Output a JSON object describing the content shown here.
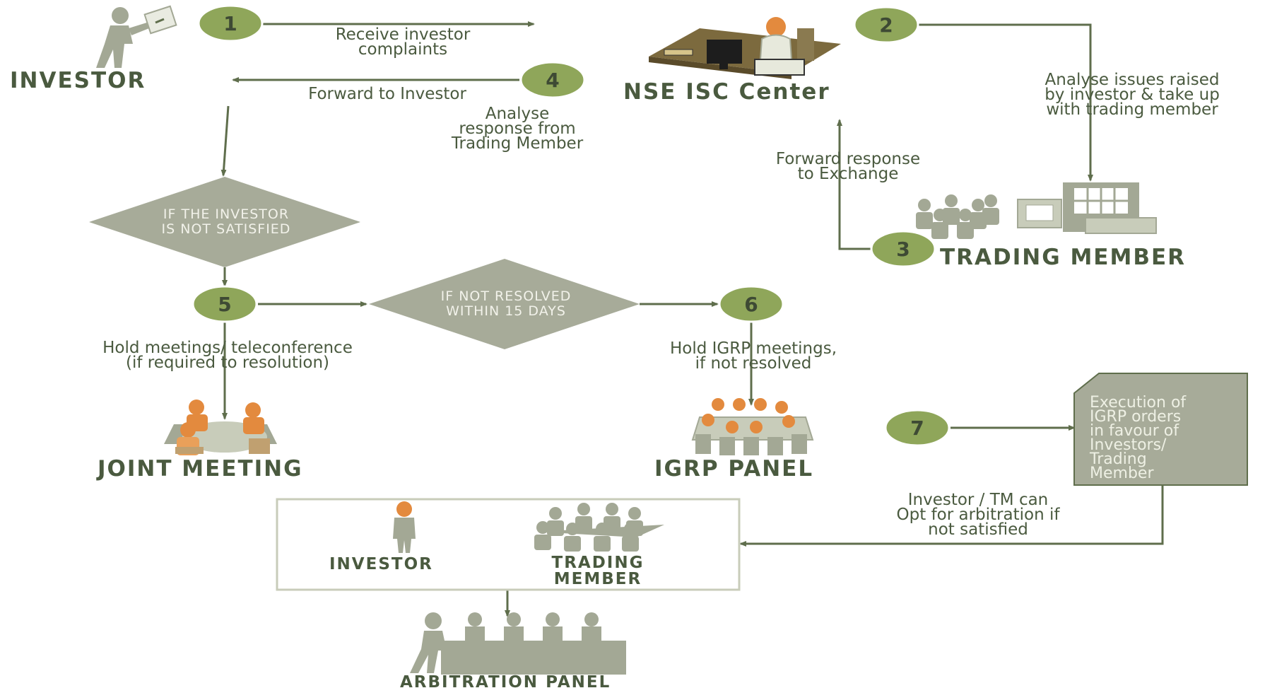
{
  "steps": [
    "1",
    "2",
    "3",
    "4",
    "5",
    "6",
    "7"
  ],
  "nodes": {
    "investor": "INVESTOR",
    "nse_isc": "NSE ISC Center",
    "trading_member": "TRADING MEMBER",
    "joint_meeting": "JOINT MEETING",
    "igrp_panel": "IGRP PANEL",
    "arbitration_panel": "ARBITRATION PANEL",
    "group_investor": "INVESTOR",
    "group_tm_line1": "TRADING",
    "group_tm_line2": "MEMBER"
  },
  "labels": {
    "receive_1": "Receive investor",
    "receive_2": "complaints",
    "forward_investor": "Forward to Investor",
    "analyse_resp_1": "Analyse",
    "analyse_resp_2": "response from",
    "analyse_resp_3": "Trading Member",
    "analyse_issues_1": "Analyse issues raised",
    "analyse_issues_2": "by investor & take up",
    "analyse_issues_3": "with trading member",
    "fwd_exchange_1": "Forward response",
    "fwd_exchange_2": "to Exchange",
    "hold_meet_1": "Hold meetings/ teleconference",
    "hold_meet_2": "(if required to resolution)",
    "hold_igrp_1": "Hold IGRP meetings,",
    "hold_igrp_2": "if not resolved",
    "opt_arb_1": "Investor / TM can",
    "opt_arb_2": "Opt for arbitration if",
    "opt_arb_3": "not satisfied"
  },
  "decisions": {
    "not_satisfied_1": "IF THE INVESTOR",
    "not_satisfied_2": "IS NOT SATISFIED",
    "not_resolved_1": "IF NOT RESOLVED",
    "not_resolved_2": "WITHIN 15 DAYS"
  },
  "execution": {
    "line1": "Execution of",
    "line2": "IGRP orders",
    "line3": "in favour of",
    "line4": "Investors/",
    "line5": "Trading",
    "line6": "Member"
  },
  "icons": [
    "investor-figure-icon",
    "isc-desk-icon",
    "trading-member-building-icon",
    "joint-meeting-icon",
    "igrp-panel-icon",
    "arbitration-panel-icon"
  ],
  "colors": {
    "step_circle": "#8fa65a",
    "diamond": "#a7ab99",
    "line": "#5f6e4c",
    "accent": "#e38a3e",
    "figure": "#a3a895"
  }
}
